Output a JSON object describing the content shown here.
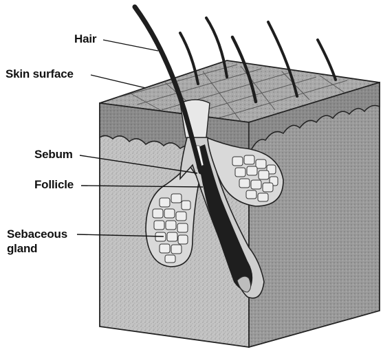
{
  "diagram": {
    "labels": {
      "hair": "Hair",
      "skin_surface": "Skin surface",
      "sebum": "Sebum",
      "follicle": "Follicle",
      "sebaceous_line1": "Sebaceous",
      "sebaceous_line2": "gland"
    }
  },
  "colors": {
    "background": "#ffffff",
    "dermis": "#c2c2c2",
    "epidermis": "#8e8e8e",
    "hair": "#2a2a2a",
    "gland": "#dcdcdc",
    "text": "#111111"
  }
}
